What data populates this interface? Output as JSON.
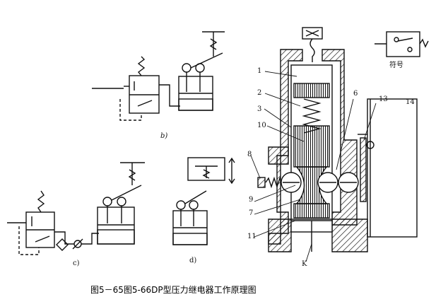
{
  "caption": "图5－65图5-66DP型压力继电器工作原理图",
  "symbol_label": "符号",
  "subfigure_labels": {
    "b": "b)",
    "c": "c)",
    "d": "d)"
  },
  "part_numbers": {
    "n1": "1",
    "n2": "2",
    "n3": "3",
    "n10": "10",
    "n6": "6",
    "n13": "13",
    "n14": "14",
    "n8": "8",
    "n9": "9",
    "n7": "7",
    "n11": "11",
    "k": "K"
  }
}
